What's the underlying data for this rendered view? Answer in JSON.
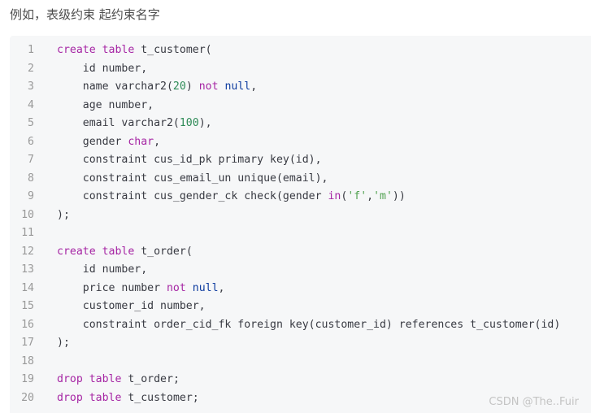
{
  "intro": {
    "text": "例如，表级约束 起约束名字"
  },
  "code": {
    "lines": [
      {
        "n": "1",
        "tokens": [
          [
            "create",
            "kw"
          ],
          [
            " ",
            "plain"
          ],
          [
            "table",
            "kw"
          ],
          [
            " t_customer(",
            "plain"
          ]
        ]
      },
      {
        "n": "2",
        "tokens": [
          [
            "    id number,",
            "plain"
          ]
        ]
      },
      {
        "n": "3",
        "tokens": [
          [
            "    name varchar2(",
            "plain"
          ],
          [
            "20",
            "num"
          ],
          [
            ") ",
            "plain"
          ],
          [
            "not",
            "kw"
          ],
          [
            " ",
            "plain"
          ],
          [
            "null",
            "kw2"
          ],
          [
            ",",
            "plain"
          ]
        ]
      },
      {
        "n": "4",
        "tokens": [
          [
            "    age number,",
            "plain"
          ]
        ]
      },
      {
        "n": "5",
        "tokens": [
          [
            "    email varchar2(",
            "plain"
          ],
          [
            "100",
            "num"
          ],
          [
            "),",
            "plain"
          ]
        ]
      },
      {
        "n": "6",
        "tokens": [
          [
            "    gender ",
            "plain"
          ],
          [
            "char",
            "kw"
          ],
          [
            ",",
            "plain"
          ]
        ]
      },
      {
        "n": "7",
        "tokens": [
          [
            "    constraint cus_id_pk primary key(id),",
            "plain"
          ]
        ]
      },
      {
        "n": "8",
        "tokens": [
          [
            "    constraint cus_email_un unique(email),",
            "plain"
          ]
        ]
      },
      {
        "n": "9",
        "tokens": [
          [
            "    constraint cus_gender_ck check(gender ",
            "plain"
          ],
          [
            "in",
            "kw"
          ],
          [
            "(",
            "plain"
          ],
          [
            "'f'",
            "str"
          ],
          [
            ",",
            "plain"
          ],
          [
            "'m'",
            "str"
          ],
          [
            "))",
            "plain"
          ]
        ]
      },
      {
        "n": "10",
        "tokens": [
          [
            ");",
            "plain"
          ]
        ]
      },
      {
        "n": "11",
        "tokens": []
      },
      {
        "n": "12",
        "tokens": [
          [
            "create",
            "kw"
          ],
          [
            " ",
            "plain"
          ],
          [
            "table",
            "kw"
          ],
          [
            " t_order(",
            "plain"
          ]
        ]
      },
      {
        "n": "13",
        "tokens": [
          [
            "    id number,",
            "plain"
          ]
        ]
      },
      {
        "n": "14",
        "tokens": [
          [
            "    price number ",
            "plain"
          ],
          [
            "not",
            "kw"
          ],
          [
            " ",
            "plain"
          ],
          [
            "null",
            "kw2"
          ],
          [
            ",",
            "plain"
          ]
        ]
      },
      {
        "n": "15",
        "tokens": [
          [
            "    customer_id number,",
            "plain"
          ]
        ]
      },
      {
        "n": "16",
        "tokens": [
          [
            "    constraint order_cid_fk foreign key(customer_id) references t_customer(id)",
            "plain"
          ]
        ]
      },
      {
        "n": "17",
        "tokens": [
          [
            ");",
            "plain"
          ]
        ]
      },
      {
        "n": "18",
        "tokens": []
      },
      {
        "n": "19",
        "tokens": [
          [
            "drop",
            "kw"
          ],
          [
            " ",
            "plain"
          ],
          [
            "table",
            "kw"
          ],
          [
            " t_order;",
            "plain"
          ]
        ]
      },
      {
        "n": "20",
        "tokens": [
          [
            "drop",
            "kw"
          ],
          [
            " ",
            "plain"
          ],
          [
            "table",
            "kw"
          ],
          [
            " t_customer;",
            "plain"
          ]
        ]
      }
    ]
  },
  "watermark": {
    "text": "CSDN @The..Fuir"
  }
}
